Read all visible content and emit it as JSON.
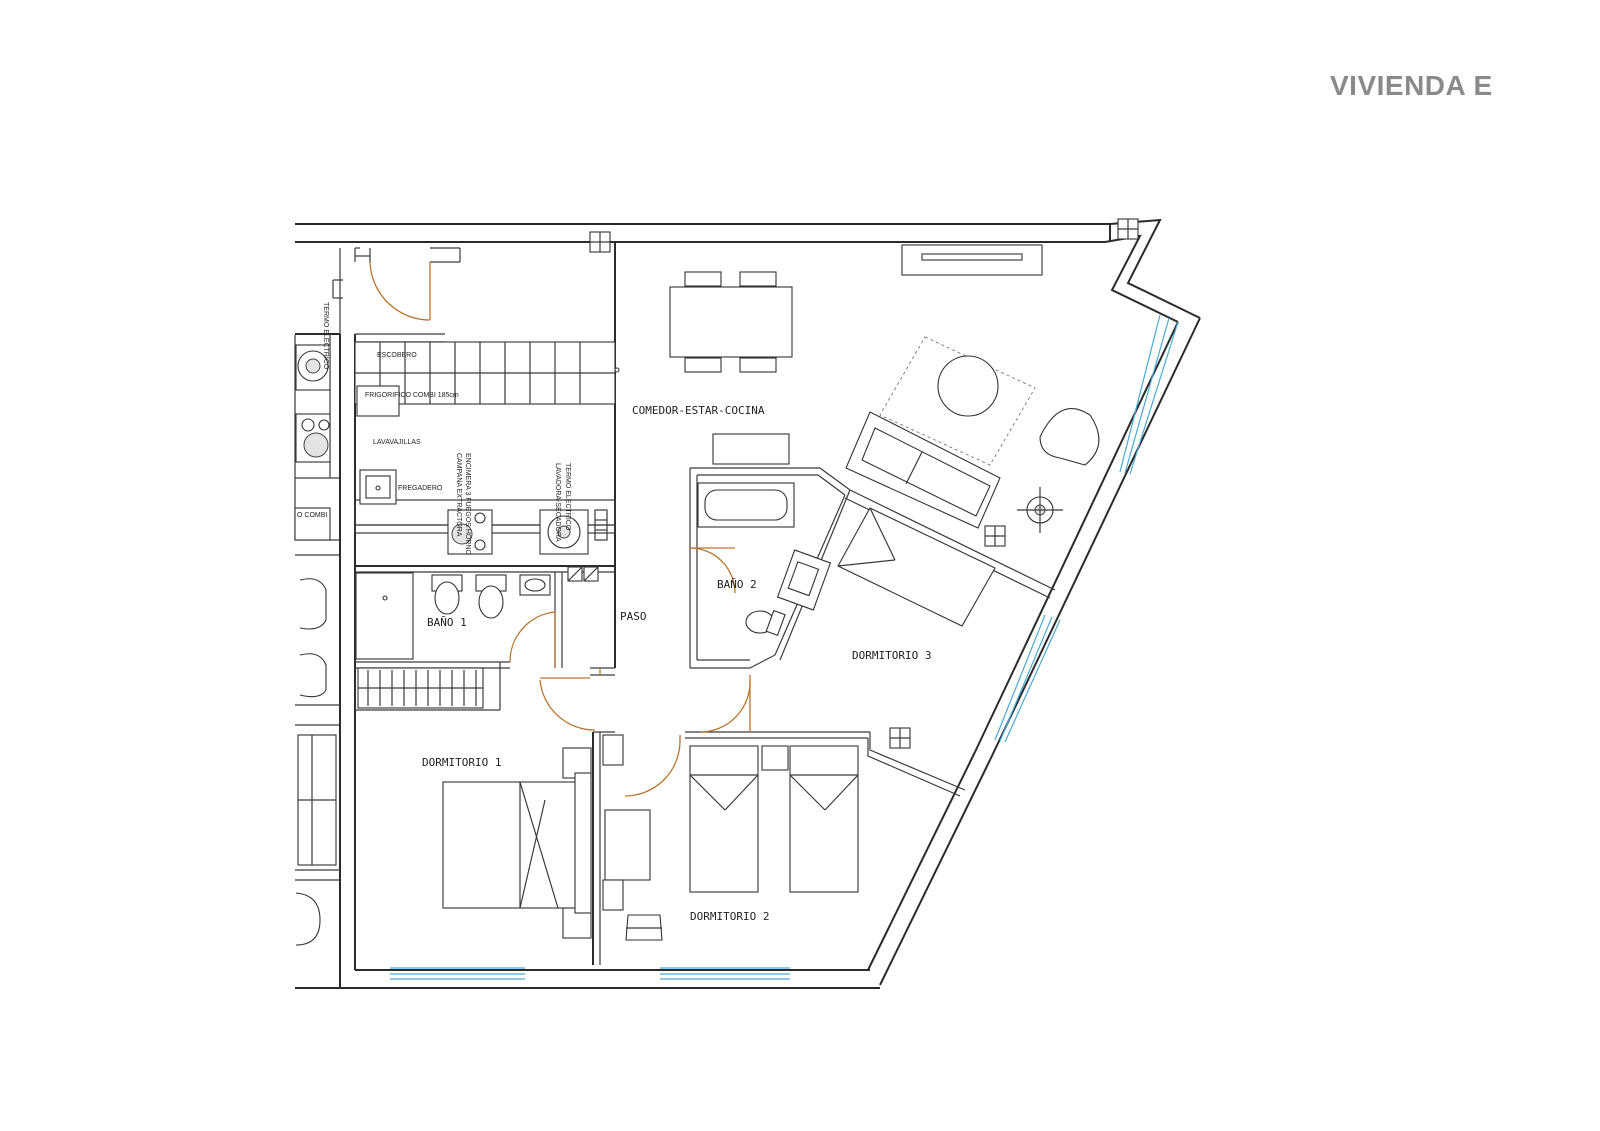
{
  "title": "VIVIENDA E",
  "rooms": {
    "comedor": "COMEDOR-ESTAR-COCINA",
    "bano1": "BAÑO 1",
    "bano2": "BAÑO 2",
    "paso": "PASO",
    "dormitorio1": "DORMITORIO 1",
    "dormitorio2": "DORMITORIO 2",
    "dormitorio3": "DORMITORIO 3"
  },
  "appliances": {
    "escobero": "ESCOBERO",
    "frigorifico": "FRIGORIFICO COMBI 185cm",
    "lavavajillas": "LAVAVAJILLAS",
    "fregadero": "FREGADERO",
    "combi": "O COMBI",
    "termo_left": "TERMO ELECTRICO",
    "campana": "CAMPANA EXTRACTORA",
    "encimera": "ENCIMERA 3 FUEGOS HORNO",
    "termo_right": "TERMO ELECTRICO",
    "lavadora": "LAVADORA-SECADORA"
  },
  "colors": {
    "walls": "#2b2b2b",
    "doors": "#b8742e",
    "windows": "#4aa9d6",
    "title": "#8a8a8a"
  }
}
